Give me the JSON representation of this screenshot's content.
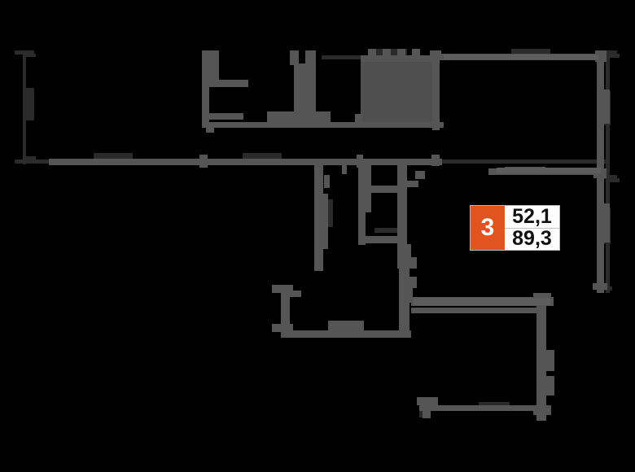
{
  "app": {
    "type": "apartment-floor-plan",
    "background_color": "#000000"
  },
  "badge": {
    "rooms": "3",
    "area_living": "52,1",
    "area_total": "89,3",
    "accent_color": "#e2541f",
    "panel_color": "#ffffff",
    "text_color": "#111111"
  },
  "plan": {
    "wall_fill": "#555555",
    "wall_fill_dark": "#4a4a4a",
    "dimension_line_color": "#2b2b2b",
    "dimension_text_color": "#1b1b1b"
  },
  "dimensions": {
    "left_vertical": "",
    "top_horizontal_left": "",
    "top_horizontal_right": "",
    "right_vertical_upper": "",
    "right_vertical_lower": "",
    "bottom_horizontal": "",
    "middle_horizontal": ""
  },
  "labels": {
    "dim_top_a": "",
    "dim_top_b": "",
    "dim_mid_a": "",
    "dim_mid_b": "",
    "dim_right_a": "",
    "dim_right_b": "",
    "dim_left_a": "",
    "dim_bottom_a": "",
    "dim_bottom_b": ""
  }
}
